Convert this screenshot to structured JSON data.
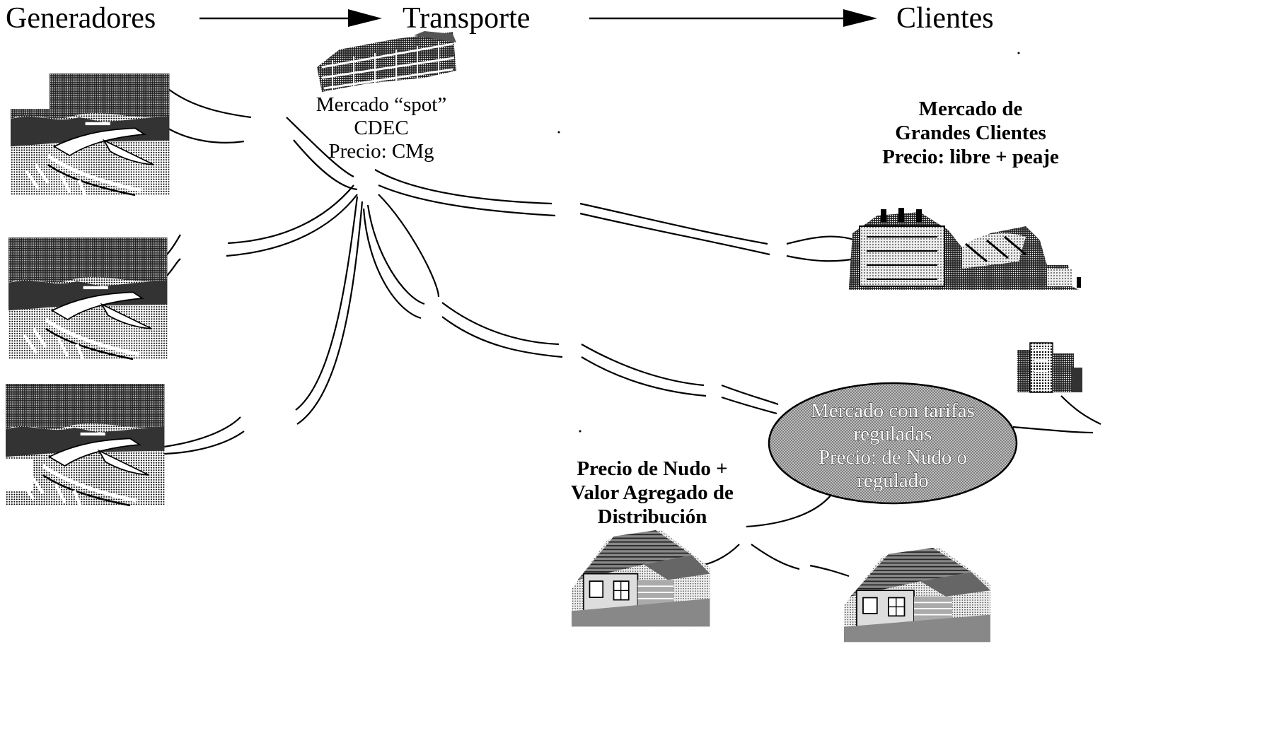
{
  "headers": {
    "generators": "Generadores",
    "transport": "Transporte",
    "clients": "Clientes"
  },
  "spot_market": {
    "line1": "Mercado “spot”",
    "line2": "CDEC",
    "line3": "Precio: CMg"
  },
  "large_clients": {
    "line1": "Mercado de",
    "line2": "Grandes Clientes",
    "line3": "Precio: libre + peaje"
  },
  "regulated_market": {
    "line1": "Mercado con tarifas",
    "line2": "reguladas",
    "line3": "Precio: de Nudo o",
    "line4": "regulado"
  },
  "distribution": {
    "line1": "Precio de Nudo +",
    "line2": "Valor Agregado de",
    "line3": "Distribución"
  },
  "icons": [
    "hydro-dam-icon",
    "transmission-tower-icon",
    "office-building-icon",
    "factory-icon",
    "house-icon",
    "city-buildings-icon"
  ],
  "colors": {
    "ink": "#000000",
    "halftone": "#777777",
    "oval": "#a8a8a8"
  }
}
